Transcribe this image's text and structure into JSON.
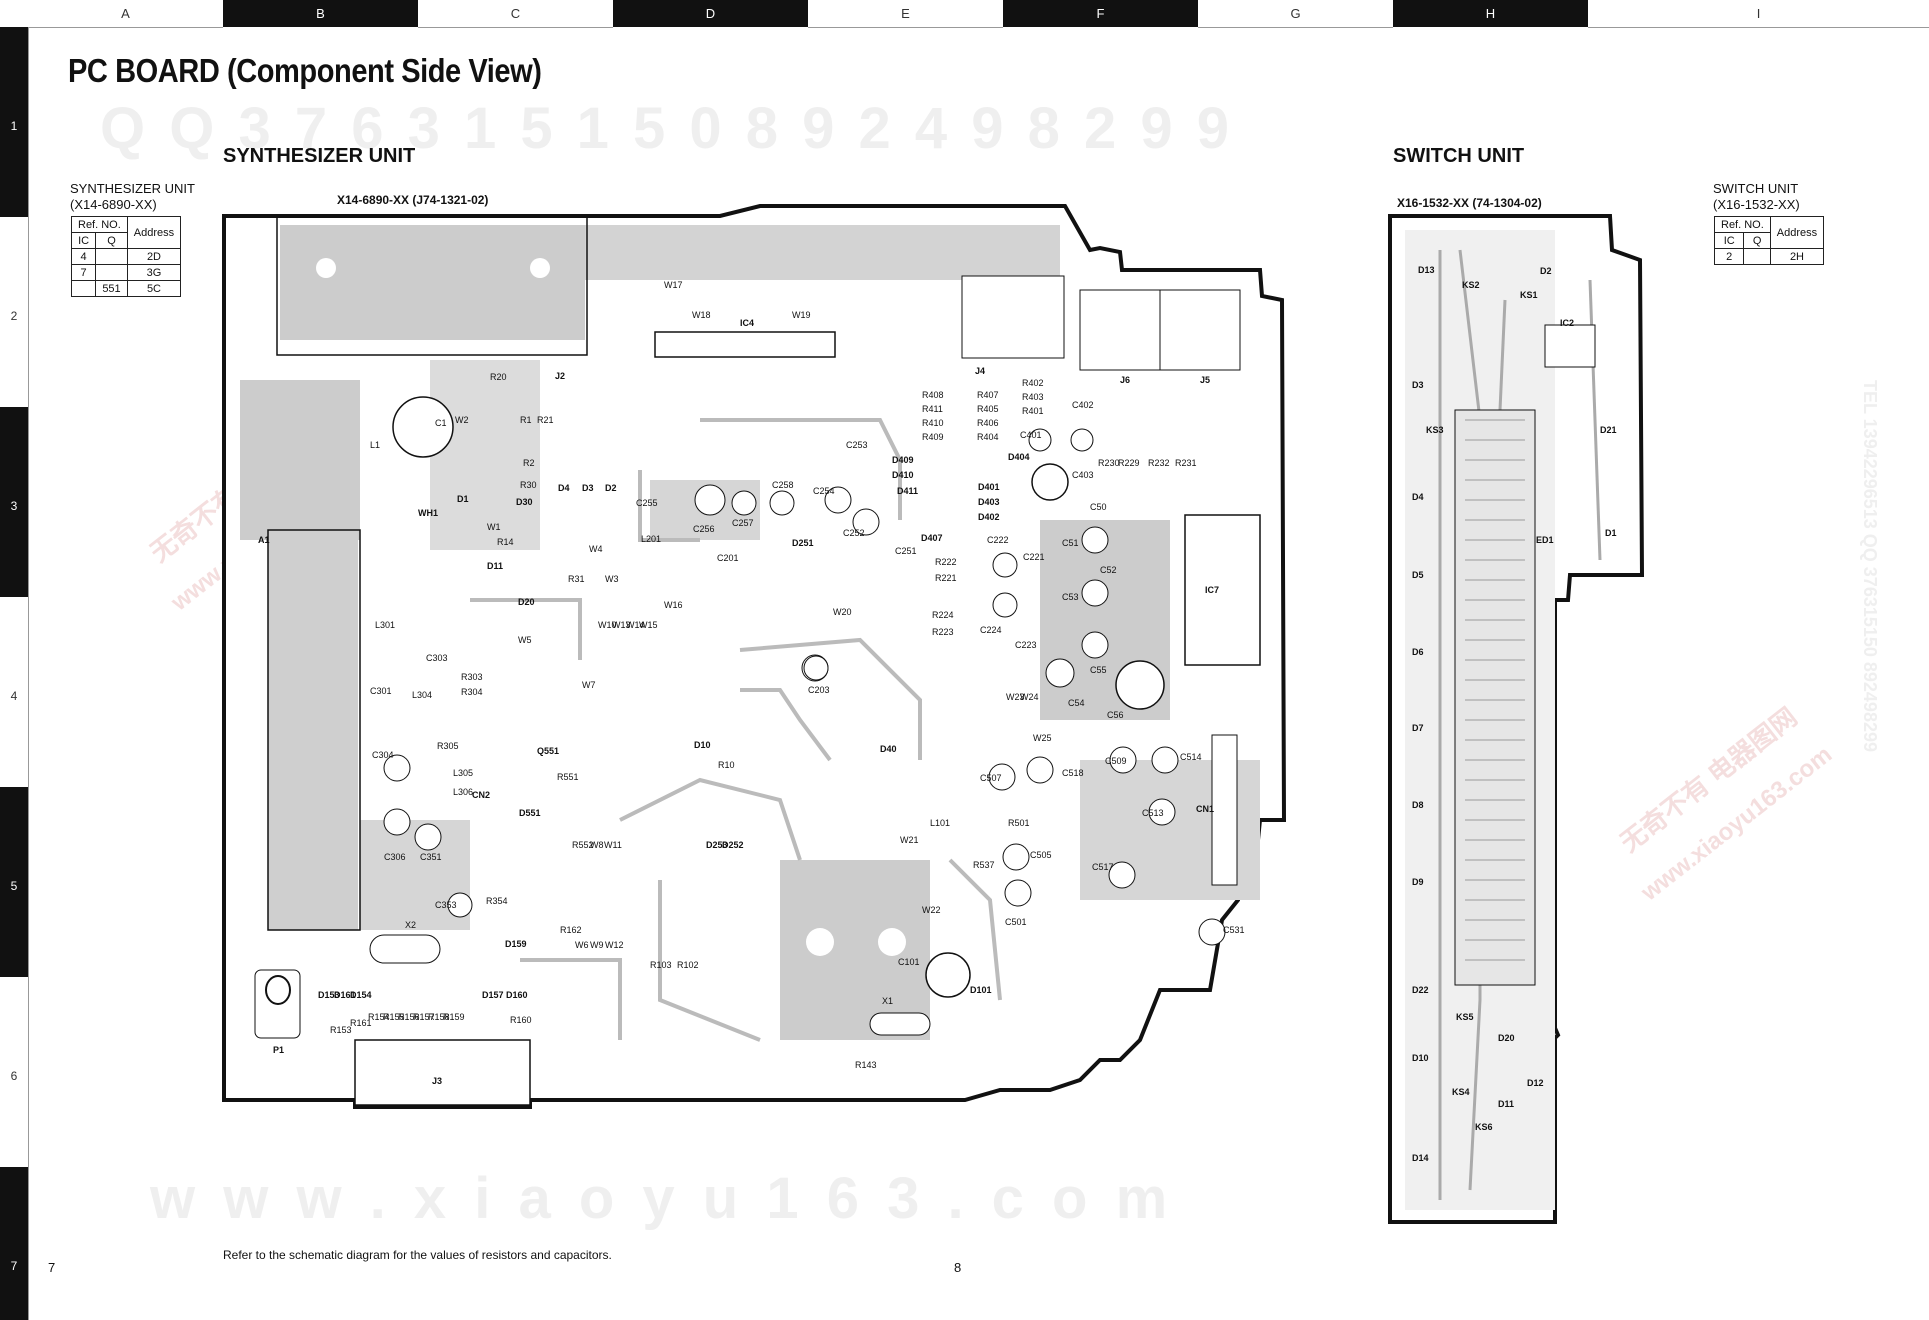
{
  "header_columns": [
    "A",
    "B",
    "C",
    "D",
    "E",
    "F",
    "G",
    "H",
    "I"
  ],
  "row_markers": [
    "1",
    "2",
    "3",
    "4",
    "5",
    "6",
    "7"
  ],
  "title": "PC BOARD (Component Side View)",
  "watermarks": {
    "top": "Q Q 3 7 6 3 1 5 1 5 0   8 9 2 4 9 8 2 9 9",
    "bottom": "w w w . x i a o y u 1 6 3 . c o m",
    "side": "TEL 13942296513  QQ 376315150  892498299",
    "diagonal_cn": "无奇不有 电器图网",
    "diagonal_url": "www.xiaoyu163.com"
  },
  "synth": {
    "section_title": "SYNTHESIZER UNIT",
    "ref_title_line1": "SYNTHESIZER UNIT",
    "ref_title_line2": "(X14-6890-XX)",
    "board_label": "X14-6890-XX (J74-1321-02)",
    "table": {
      "h_ref": "Ref. NO.",
      "h_ic": "IC",
      "h_q": "Q",
      "h_addr": "Address",
      "rows": [
        {
          "ic": "4",
          "q": "",
          "addr": "2D"
        },
        {
          "ic": "7",
          "q": "",
          "addr": "3G"
        },
        {
          "ic": "",
          "q": "551",
          "addr": "5C"
        }
      ]
    }
  },
  "switch": {
    "section_title": "SWITCH UNIT",
    "ref_title_line1": "SWITCH UNIT",
    "ref_title_line2": "(X16-1532-XX)",
    "board_label": "X16-1532-XX (74-1304-02)",
    "table": {
      "h_ref": "Ref. NO.",
      "h_ic": "IC",
      "h_q": "Q",
      "h_addr": "Address",
      "rows": [
        {
          "ic": "2",
          "q": "",
          "addr": "2H"
        }
      ]
    }
  },
  "components": {
    "synth": [
      "J2",
      "IC4",
      "W17",
      "W18",
      "W19",
      "J4",
      "J6",
      "J5",
      "C1",
      "L1",
      "R20",
      "W2",
      "R1",
      "R21",
      "R2",
      "R30",
      "D1",
      "WH1",
      "D30",
      "D4",
      "D3",
      "D2",
      "C255",
      "C256",
      "C257",
      "C258",
      "C253",
      "C254",
      "C252",
      "C251",
      "D251",
      "W1",
      "R14",
      "D11",
      "W4",
      "R31",
      "W3",
      "L201",
      "C201",
      "D20",
      "W5",
      "L301",
      "C303",
      "R303",
      "R304",
      "L304",
      "C301",
      "W7",
      "W10",
      "W13",
      "W14",
      "W15",
      "W16",
      "W20",
      "C203",
      "D10",
      "R10",
      "C304",
      "R305",
      "L305",
      "L306",
      "C306",
      "C351",
      "Q551",
      "CN2",
      "R551",
      "D551",
      "R552",
      "W8",
      "W11",
      "D253",
      "D252",
      "R354",
      "C353",
      "X2",
      "R162",
      "W6",
      "W9",
      "W12",
      "R103",
      "R102",
      "D159",
      "D157",
      "D160",
      "D153",
      "D161",
      "D154",
      "R153",
      "R161",
      "R154",
      "R155",
      "R156",
      "R157",
      "R158",
      "R159",
      "R160",
      "P1",
      "J3",
      "A1",
      "R408",
      "R411",
      "R410",
      "R409",
      "R407",
      "R405",
      "R406",
      "R404",
      "R402",
      "R403",
      "R401",
      "C401",
      "C402",
      "C403",
      "D409",
      "D410",
      "D411",
      "D404",
      "D401",
      "D403",
      "D402",
      "D407",
      "C222",
      "C221",
      "R222",
      "R221",
      "R224",
      "R223",
      "C224",
      "C223",
      "R230",
      "R229",
      "R232",
      "R231",
      "C51",
      "C50",
      "C52",
      "C53",
      "C55",
      "C54",
      "C56",
      "IC7",
      "W23",
      "W24",
      "W25",
      "D40",
      "C507",
      "C518",
      "C509",
      "C514",
      "C513",
      "CN1",
      "R501",
      "L101",
      "W21",
      "R537",
      "C505",
      "C501",
      "C517",
      "W22",
      "C101",
      "X1",
      "D101",
      "R143",
      "C531"
    ],
    "switch": [
      "D13",
      "D2",
      "IC2",
      "D3",
      "D21",
      "D1",
      "D4",
      "D5",
      "D6",
      "D7",
      "D8",
      "D9",
      "D22",
      "D10",
      "D20",
      "D12",
      "D11",
      "D14",
      "ED1",
      "KS1",
      "KS2",
      "KS3",
      "KS4",
      "KS5",
      "KS6"
    ]
  },
  "note": "Refer to the schematic diagram for the values of resistors and capacitors.",
  "page_left": "7",
  "page_center": "8"
}
